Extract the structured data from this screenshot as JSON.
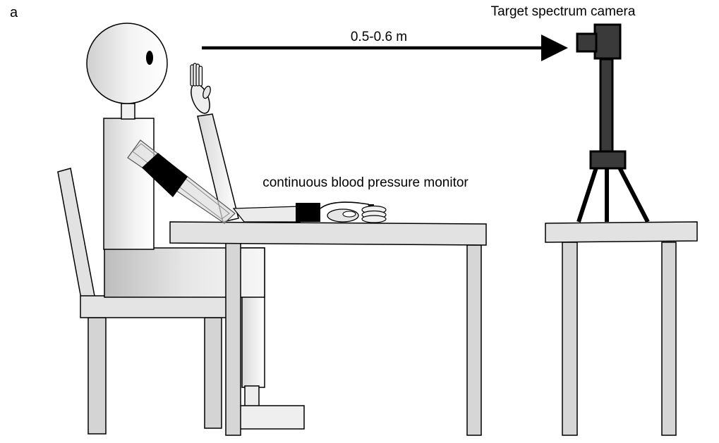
{
  "panel_label": "a",
  "labels": {
    "camera": "Target spectrum camera",
    "distance": "0.5-0.6 m",
    "bp_monitor": "continuous blood pressure monitor"
  },
  "colors": {
    "stroke": "#000000",
    "gray_light": "#e2e2e2",
    "gray_mid": "#cfcfcf",
    "camera": "#3a3a3a",
    "cuff": "#000000"
  }
}
